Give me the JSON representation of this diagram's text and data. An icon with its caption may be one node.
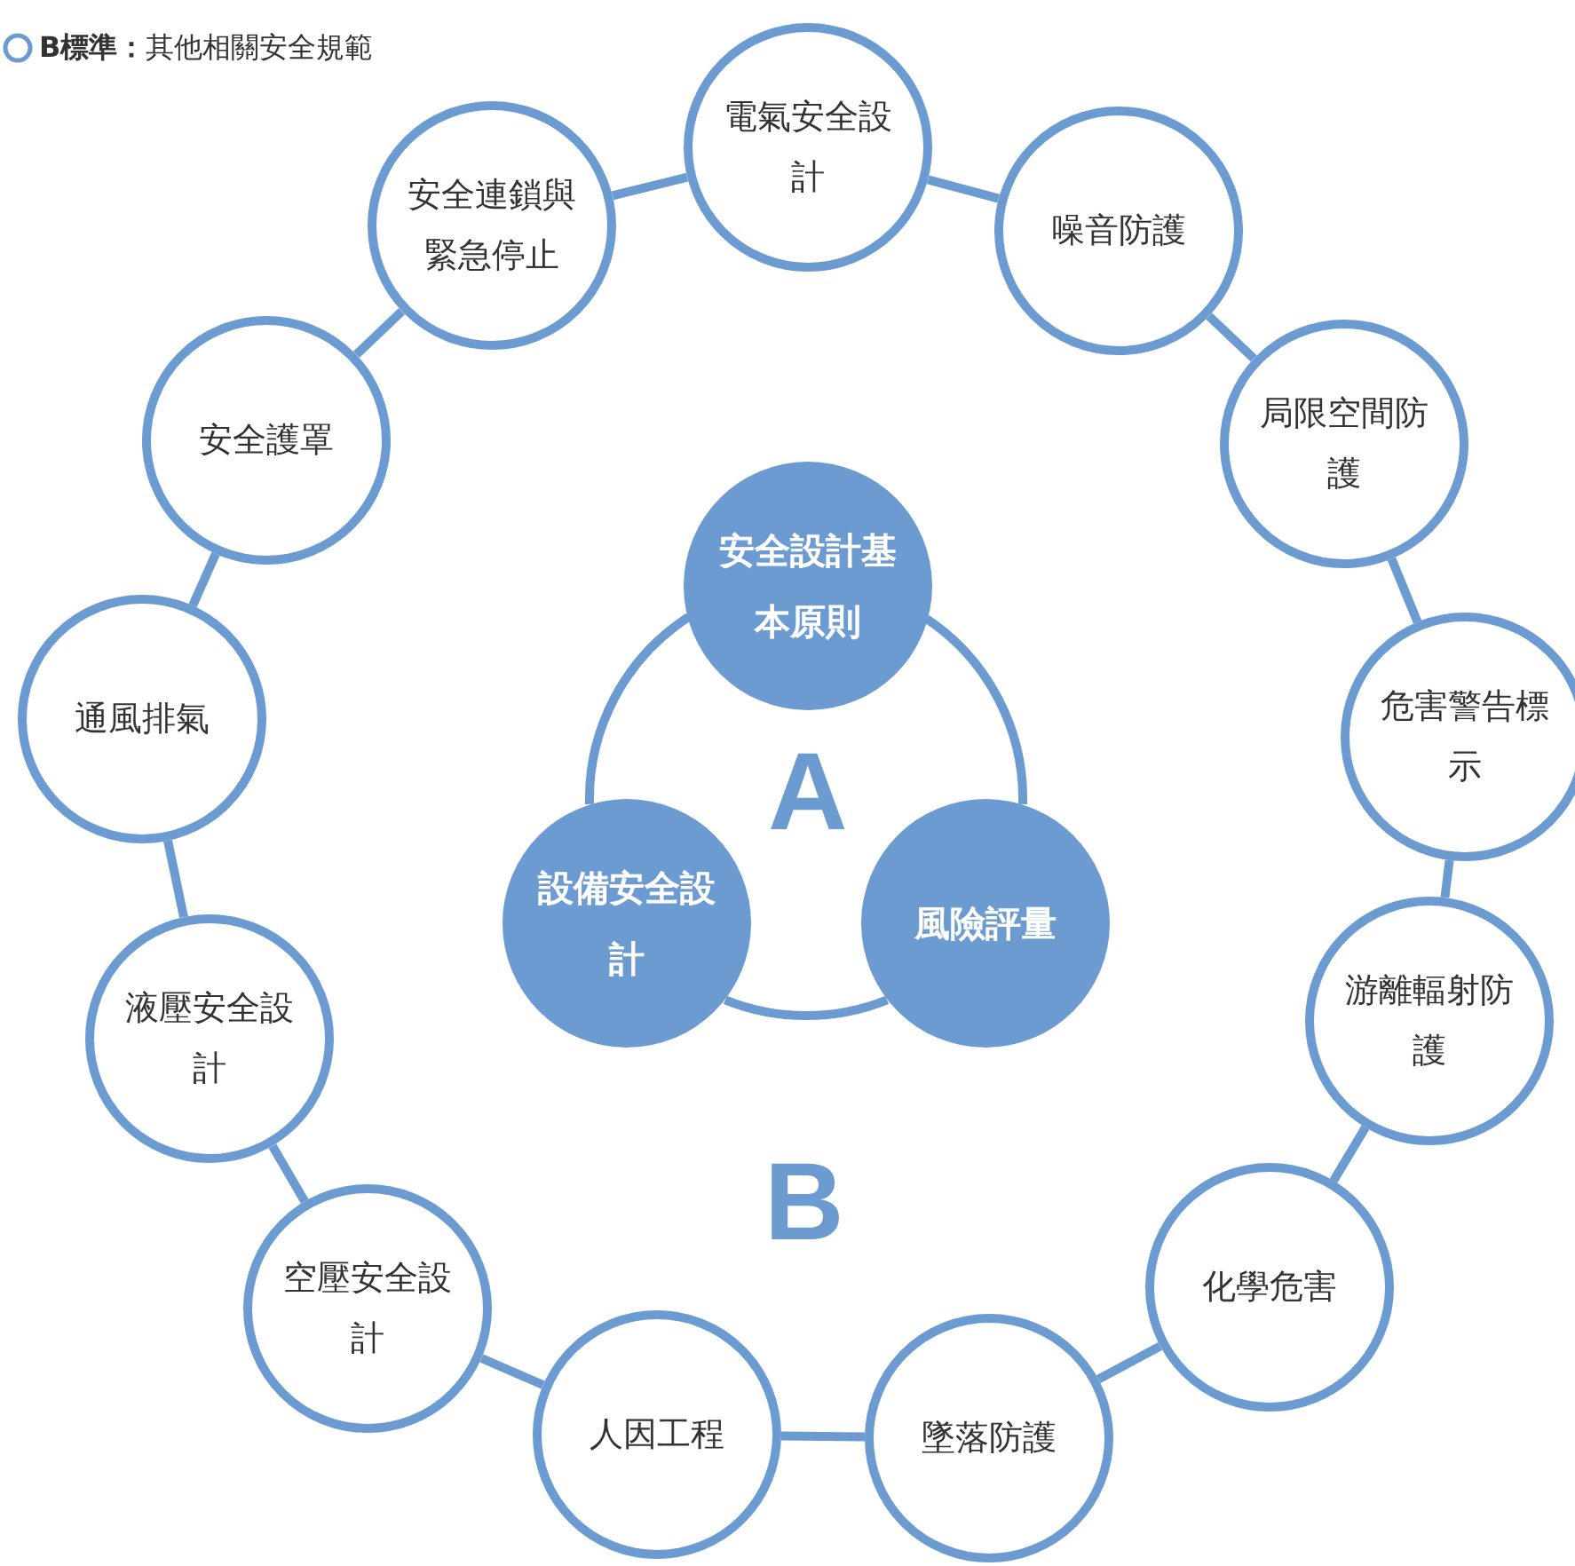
{
  "diagram": {
    "nodes": [
      {
        "text": [
          "安全設計基本原則"
        ]
      },
      {
        "text": [
          "設備安全設計"
        ]
      },
      {
        "text": [
          "風險評量"
        ]
      },
      {
        "text": [
          "電氣安全設計"
        ]
      },
      {
        "text": [
          "噪音防護"
        ]
      },
      {
        "text": [
          "局限空間防護"
        ]
      },
      {
        "text": [
          "危害警告標示"
        ]
      },
      {
        "text": [
          "游離輻射防護"
        ]
      },
      {
        "text": [
          "化學危害"
        ]
      },
      {
        "text": [
          "墜落防護"
        ]
      },
      {
        "text": [
          "人因工程"
        ]
      },
      {
        "text": [
          "空壓安全設計"
        ]
      },
      {
        "text": [
          "液壓安全設計"
        ]
      },
      {
        "text": [
          "通風排氣"
        ]
      },
      {
        "text": [
          "安全護罩"
        ]
      },
      {
        "text": [
          "安全連鎖與緊急停止"
        ]
      }
    ],
    "edges": [
      {
        "from": 0,
        "to": 2,
        "arrow": "none"
      },
      {
        "from": 2,
        "to": 1,
        "arrow": "none"
      },
      {
        "from": 1,
        "to": 0,
        "arrow": "none"
      },
      {
        "from": 3,
        "to": 4,
        "arrow": "none"
      },
      {
        "from": 4,
        "to": 5,
        "arrow": "none"
      },
      {
        "from": 5,
        "to": 6,
        "arrow": "none"
      },
      {
        "from": 6,
        "to": 7,
        "arrow": "none"
      },
      {
        "from": 7,
        "to": 8,
        "arrow": "none"
      },
      {
        "from": 8,
        "to": 9,
        "arrow": "none"
      },
      {
        "from": 9,
        "to": 10,
        "arrow": "none"
      },
      {
        "from": 10,
        "to": 11,
        "arrow": "none"
      },
      {
        "from": 11,
        "to": 12,
        "arrow": "none"
      },
      {
        "from": 12,
        "to": 13,
        "arrow": "none"
      },
      {
        "from": 13,
        "to": 14,
        "arrow": "none"
      },
      {
        "from": 14,
        "to": 15,
        "arrow": "none"
      },
      {
        "from": 15,
        "to": 3,
        "arrow": "none"
      }
    ],
    "labels": [
      "A",
      "B"
    ],
    "legend": [
      {
        "text": "**B標準：**其他相關安全規範"
      }
    ]
  }
}
